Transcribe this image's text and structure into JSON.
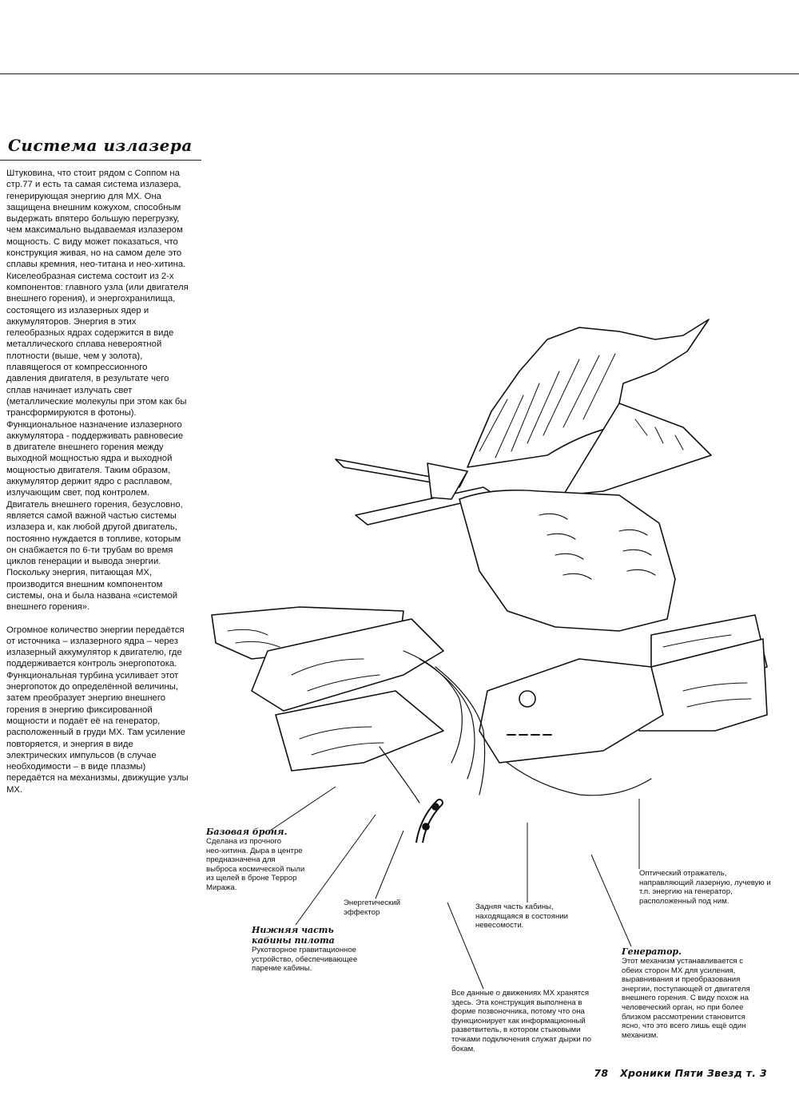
{
  "section_title": "Система излазера",
  "intro_paragraphs": [
    "Штуковина, что стоит рядом с Соппом на\nстр.77 и есть та самая система излазера,\nгенерирующая энергию для МХ. Она\nзащищена внешним кожухом, способным\nвыдержать впятеро большую перегрузку,\nчем максимально выдаваемая излазером\nмощность. С виду может показаться, что\nконструкция живая, но на самом деле это\nсплавы кремния, нео-титана и нео-хитина.\nКиселеобразная система состоит из 2-х\nкомпонентов: главного узла (или двигателя\nвнешнего горения), и энергохранилища,\nсостоящего из излазерных ядер и\nаккумуляторов. Энергия в этих\nгелеобразных ядрах содержится в виде\nметаллического сплава невероятной\nплотности (выше, чем у золота),\nплавящегося от компрессионного\nдавления двигателя, в результате чего\nсплав начинает излучать свет\n(металлические молекулы при этом как бы\nтрансформируются в фотоны).\nФункциональное назначение излазерного\nаккумулятора - поддерживать равновесие\nв двигателе внешнего горения между\nвыходной мощностью ядра и выходной\nмощностью двигателя. Таким образом,\nаккумулятор держит ядро с расплавом,\nизлучающим свет, под контролем.\nДвигатель внешнего горения, безусловно,\nявляется самой важной частью системы\nизлазера и, как любой другой двигатель,\nпостоянно нуждается в топливе, которым\nон снабжается по 6-ти трубам во время\nциклов генерации и вывода энергии.\nПоскольку энергия, питающая МХ,\nпроизводится внешним компонентом\nсистемы, она и была названа «системой\nвнешнего горения».",
    "Огромное количество энергии передаётся\nот источника – излазерного ядра – через\nизлазерный аккумулятор к двигателю, где\nподдерживается контроль энергопотока.\nФункциональная турбина усиливает этот\nэнергопоток до определённой величины,\nзатем преобразует энергию внешнего\nгорения в энергию фиксированной\nмощности и подаёт её на генератор,\nрасположенный в груди МХ. Там усиление\nповторяется, и энергия в виде\nэлектрических импульсов (в случае\nнеобходимости – в виде плазмы)\nпередаётся на механизмы, движущие узлы\nМХ."
  ],
  "callouts": {
    "base_armor": {
      "title": "Базовая броня.",
      "body": "Сделана из прочного\nнео-хитина. Дыра в центре\nпредназначена для\nвыброса космической пыли\nиз щелей в броне Террор\nМиража."
    },
    "lower_cabin": {
      "title": "Нижняя часть\nкабины пилота",
      "body": "Рукотворное гравитационное\nустройство, обеспечивающее\nпарение кабины."
    },
    "energy_effector": {
      "body": "Энергетический\nэффектор"
    },
    "rear_cabin": {
      "body": "Задняя часть кабины,\nнаходящаяся в состоянии\nневесомости."
    },
    "spine": {
      "body": "Все данные о движениях МХ хранятся\nздесь. Эта конструкция выполнена в\nформе позвоночника, потому что она\nфункционирует как информационный\nразветвитель, в котором стыковыми\nточками подключения служат дырки по\nбокам."
    },
    "optical_reflector": {
      "body": "Оптический отражатель,\nнаправляющий лазерную, лучевую и\nт.п. энергию на генератор,\nрасположенный под ним."
    },
    "generator": {
      "title": "Генератор.",
      "body": "Этот механизм устанавливается с\nобеих сторон МХ для усиления,\nвыравнивания и преобразования\nэнергии, поступающей от двигателя\nвнешнего горения. С виду похож на\nчеловеческий орган, но при более\nблизком рассмотрении становится\nясно, что это всего лишь ещё один\nмеханизм."
    }
  },
  "footer": {
    "page_number": "78",
    "book_title": "Хроники Пяти Звезд т. 3"
  }
}
